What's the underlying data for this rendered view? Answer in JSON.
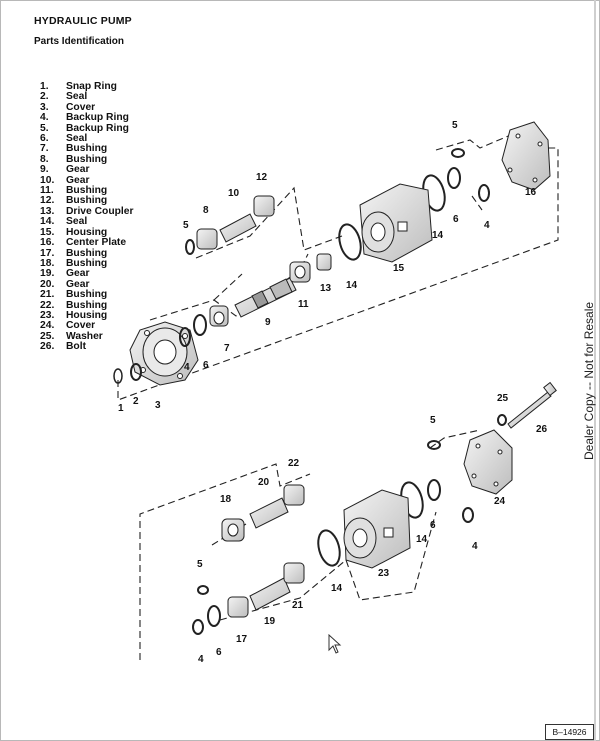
{
  "document": {
    "title": "HYDRAULIC PUMP",
    "subtitle": "Parts Identification",
    "figure_ref": "B–14926",
    "watermark": "Dealer Copy -- Not for Resale"
  },
  "parts": [
    {
      "num": "1.",
      "name": "Snap Ring"
    },
    {
      "num": "2.",
      "name": "Seal"
    },
    {
      "num": "3.",
      "name": "Cover"
    },
    {
      "num": "4.",
      "name": "Backup Ring"
    },
    {
      "num": "5.",
      "name": "Backup Ring"
    },
    {
      "num": "6.",
      "name": "Seal"
    },
    {
      "num": "7.",
      "name": "Bushing"
    },
    {
      "num": "8.",
      "name": "Bushing"
    },
    {
      "num": "9.",
      "name": "Gear"
    },
    {
      "num": "10.",
      "name": "Gear"
    },
    {
      "num": "11.",
      "name": "Bushing"
    },
    {
      "num": "12.",
      "name": "Bushing"
    },
    {
      "num": "13.",
      "name": "Drive Coupler"
    },
    {
      "num": "14.",
      "name": "Seal"
    },
    {
      "num": "15.",
      "name": "Housing"
    },
    {
      "num": "16.",
      "name": "Center Plate"
    },
    {
      "num": "17.",
      "name": "Bushing"
    },
    {
      "num": "18.",
      "name": "Bushing"
    },
    {
      "num": "19.",
      "name": "Gear"
    },
    {
      "num": "20.",
      "name": "Gear"
    },
    {
      "num": "21.",
      "name": "Bushing"
    },
    {
      "num": "22.",
      "name": "Bushing"
    },
    {
      "num": "23.",
      "name": "Housing"
    },
    {
      "num": "24.",
      "name": "Cover"
    },
    {
      "num": "25.",
      "name": "Washer"
    },
    {
      "num": "26.",
      "name": "Bolt"
    }
  ],
  "callouts": {
    "c1": "1",
    "c2": "2",
    "c3": "3",
    "c4": "4",
    "c5": "5",
    "c6": "6",
    "c7": "7",
    "c8": "8",
    "c9": "9",
    "c10": "10",
    "c11": "11",
    "c12": "12",
    "c13": "13",
    "c14": "14",
    "c15": "15",
    "c16": "16",
    "c17": "17",
    "c18": "18",
    "c19": "19",
    "c20": "20",
    "c21": "21",
    "c22": "22",
    "c23": "23",
    "c24": "24",
    "c25": "25",
    "c26": "26"
  }
}
